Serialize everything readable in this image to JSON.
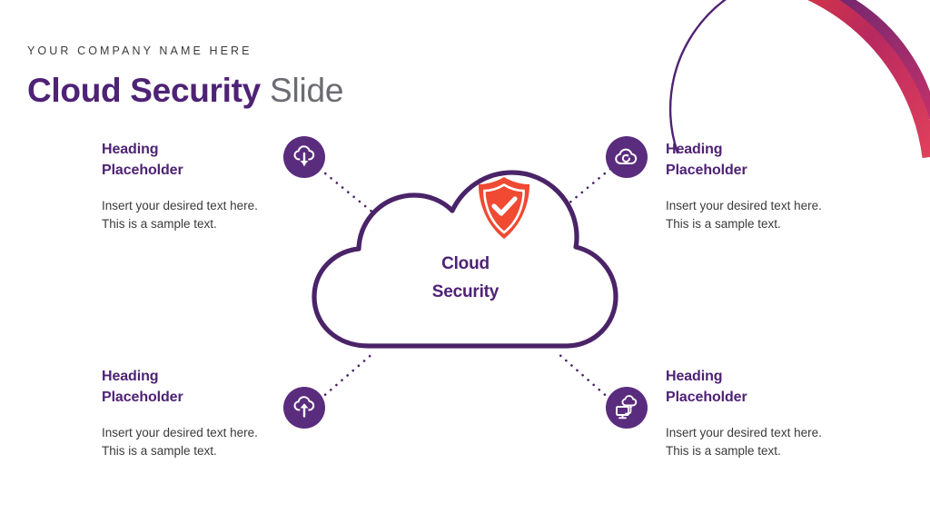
{
  "slide": {
    "eyebrow": "YOUR COMPANY NAME HERE",
    "title_strong": "Cloud Security",
    "title_light": " Slide",
    "background_color": "#FFFFFF"
  },
  "theme": {
    "purple": "#4E2275",
    "purple_circle": "#5A2C7E",
    "cloud_stroke": "#4A2368",
    "body_text": "#3A3A3A",
    "eyebrow_text": "#3B3B3B",
    "title_light_color": "#6B6B72",
    "shield_red": "#F04A32",
    "arc_red": "#E03B3B",
    "arc_magenta": "#C2306A",
    "arc_purple": "#4F2373"
  },
  "center": {
    "label_line1": "Cloud",
    "label_line2": "Security",
    "shield_icon": "shield-check-icon"
  },
  "decorations": {
    "arcs": [
      {
        "name": "thin-purple-arc",
        "color": "#4F2373",
        "width": 2
      },
      {
        "name": "thick-gradient-arc-inner",
        "from": "#4F2373",
        "to": "#C2306A",
        "width": 17
      },
      {
        "name": "thick-gradient-arc-outer",
        "from": "#E03B3B",
        "to": "#C2306A",
        "width": 17
      }
    ]
  },
  "nodes": [
    {
      "position": "top-left",
      "icon": "cloud-download-icon",
      "heading_line1": "Heading",
      "heading_line2": "Placeholder",
      "body_line1": "Insert your desired text here.",
      "body_line2": "This is a sample text."
    },
    {
      "position": "top-right",
      "icon": "cloud-sync-icon",
      "heading_line1": "Heading",
      "heading_line2": "Placeholder",
      "body_line1": "Insert your desired text here.",
      "body_line2": "This is a sample text."
    },
    {
      "position": "bottom-left",
      "icon": "cloud-upload-icon",
      "heading_line1": "Heading",
      "heading_line2": "Placeholder",
      "body_line1": "Insert your desired text here.",
      "body_line2": "This is a sample text."
    },
    {
      "position": "bottom-right",
      "icon": "cloud-computing-monitor-icon",
      "heading_line1": "Heading",
      "heading_line2": "Placeholder",
      "body_line1": "Insert your desired text here.",
      "body_line2": "This is a sample text."
    }
  ]
}
